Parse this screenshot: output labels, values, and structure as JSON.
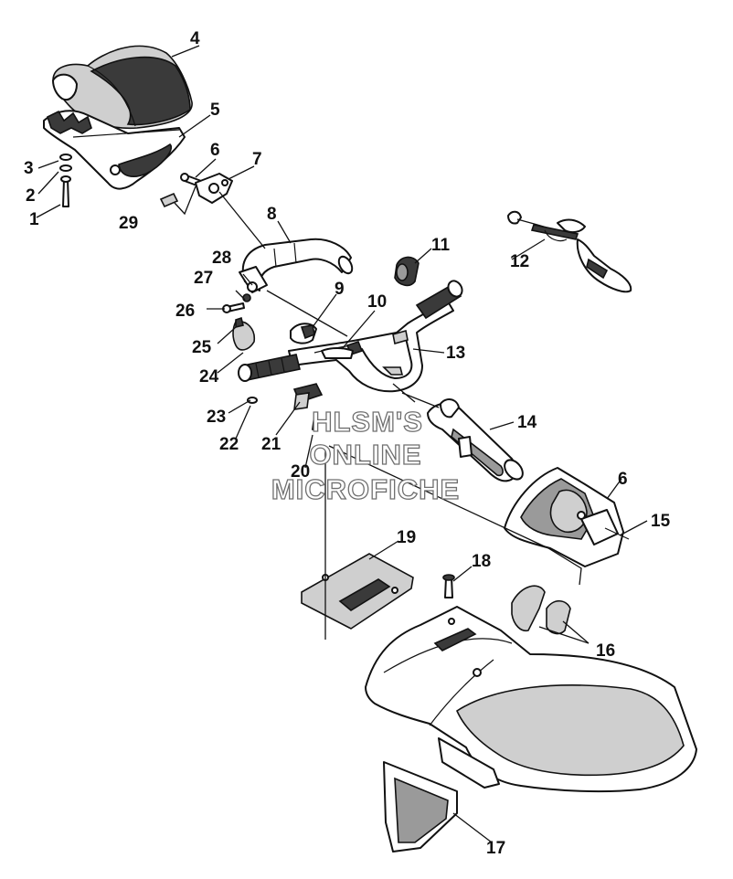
{
  "callouts": {
    "c1": "1",
    "c2": "2",
    "c3": "3",
    "c4": "4",
    "c5": "5",
    "c6a": "6",
    "c6b": "6",
    "c7": "7",
    "c8": "8",
    "c9": "9",
    "c10": "10",
    "c11": "11",
    "c12": "12",
    "c13": "13",
    "c14": "14",
    "c15": "15",
    "c16": "16",
    "c17": "17",
    "c18": "18",
    "c19": "19",
    "c20": "20",
    "c21": "21",
    "c22": "22",
    "c23": "23",
    "c24": "24",
    "c25": "25",
    "c26": "26",
    "c27": "27",
    "c28": "28",
    "c29": "29"
  },
  "watermark": {
    "line1": "HLSM'S",
    "line2": "ONLINE",
    "line3": "MICROFICHE"
  }
}
